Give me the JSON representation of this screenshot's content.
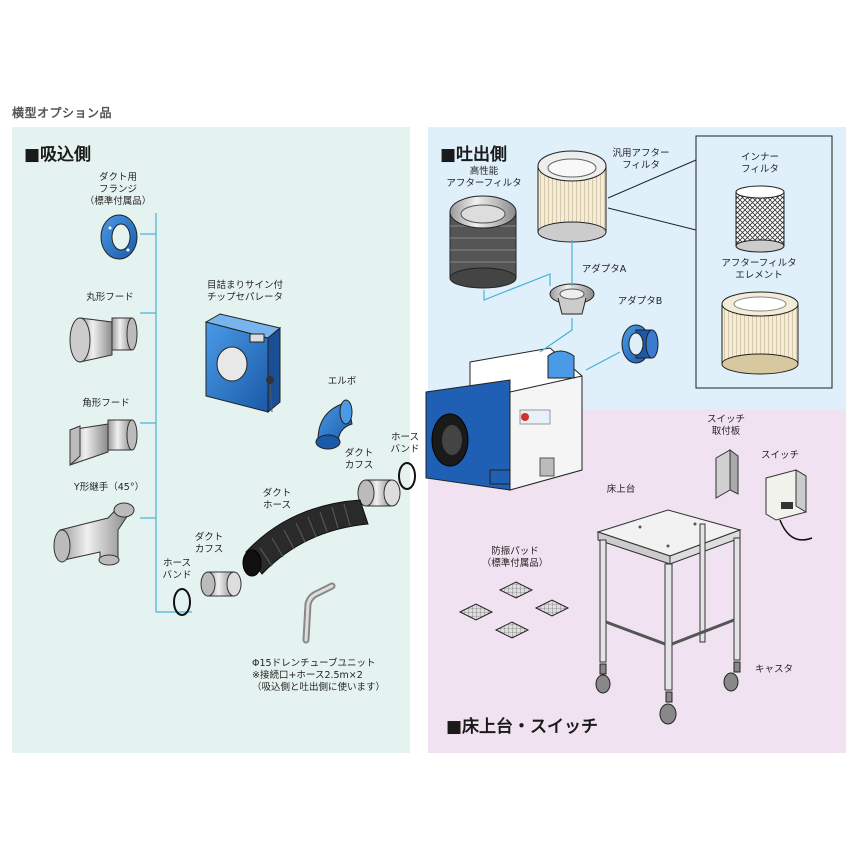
{
  "page_title": "横型オプション品",
  "sections": {
    "intake": "■吸込側",
    "exhaust": "■吐出側",
    "stand": "■床上台・スイッチ"
  },
  "labels": {
    "flange": "ダクト用\nフランジ\n（標準付属品）",
    "round_hood": "丸形フード",
    "square_hood": "角形フード",
    "y_joint": "Y形継手（45°）",
    "separator": "目詰まりサイン付\nチップセパレータ",
    "elbow": "エルボ",
    "hose_band_right": "ホース\nバンド",
    "duct_cuff_right": "ダクト\nカフス",
    "duct_hose": "ダクト\nホース",
    "duct_cuff_left": "ダクト\nカフス",
    "hose_band_left": "ホース\nバンド",
    "drain_unit": "Φ15ドレンチューブユニット\n※接続口+ホース2.5m×2\n（吸込側と吐出側に使います）",
    "hp_filter": "高性能\nアフターフィルタ",
    "gen_filter": "汎用アフター\nフィルタ",
    "adapter_a": "アダプタA",
    "adapter_b": "アダプタB",
    "inner_filter": "インナー\nフィルタ",
    "filter_element": "アフターフィルタ\nエレメント",
    "switch_plate": "スイッチ\n取付板",
    "switch": "スイッチ",
    "floor_stand": "床上台",
    "vibration_pad": "防振パッド\n（標準付属品）",
    "caster": "キャスタ"
  },
  "colors": {
    "intake_bg": "#e5f3f0",
    "exhaust_bg": "#dff0fa",
    "stand_bg": "#f0e2f0",
    "accent_blue": "#1f6fc4",
    "line_blue": "#4ab0d8"
  }
}
